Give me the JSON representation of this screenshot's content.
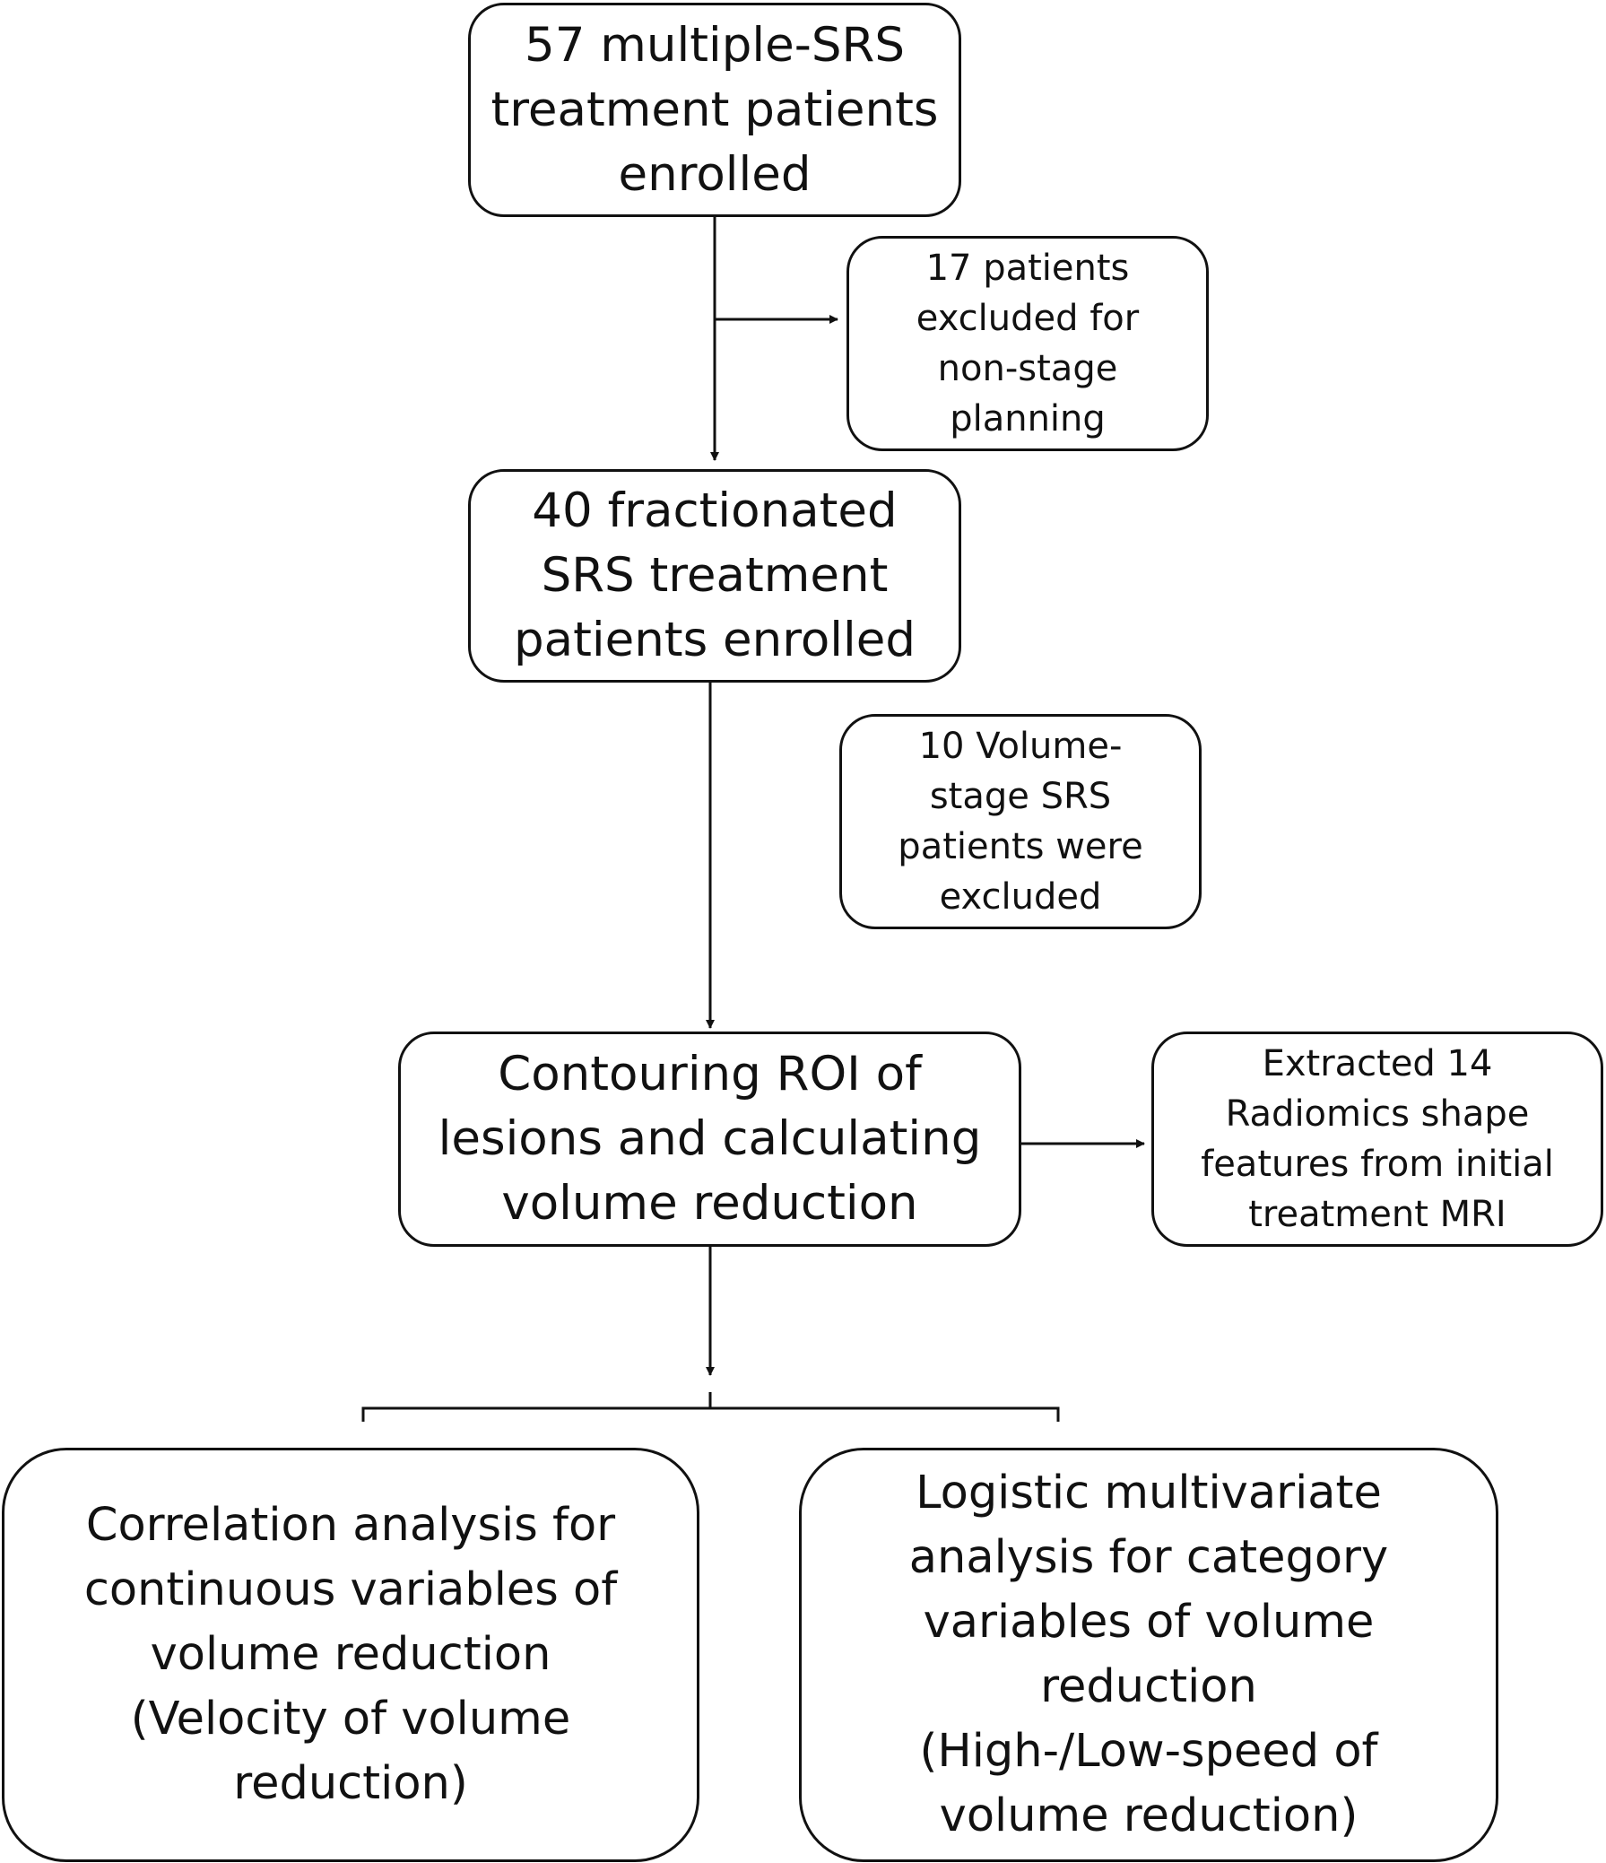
{
  "nodes": {
    "enrolled_57": "57 multiple-SRS\ntreatment patients\nenrolled",
    "excluded_17": "17 patients\nexcluded for\nnon-stage\nplanning",
    "enrolled_40": "40 fractionated\nSRS treatment\npatients enrolled",
    "excluded_10": "10 Volume-\nstage SRS\npatients were\nexcluded",
    "contouring": "Contouring ROI of\nlesions and calculating\nvolume reduction",
    "extracted_14": "Extracted 14\nRadiomics shape\nfeatures from initial\ntreatment MRI",
    "correlation": "Correlation analysis for\ncontinuous variables of\nvolume reduction\n(Velocity of volume\nreduction)",
    "logistic": "Logistic multivariate\nanalysis for category\nvariables of volume\nreduction\n(High-/Low-speed of\nvolume reduction)"
  },
  "colors": {
    "line": "#111111",
    "background": "#ffffff"
  }
}
